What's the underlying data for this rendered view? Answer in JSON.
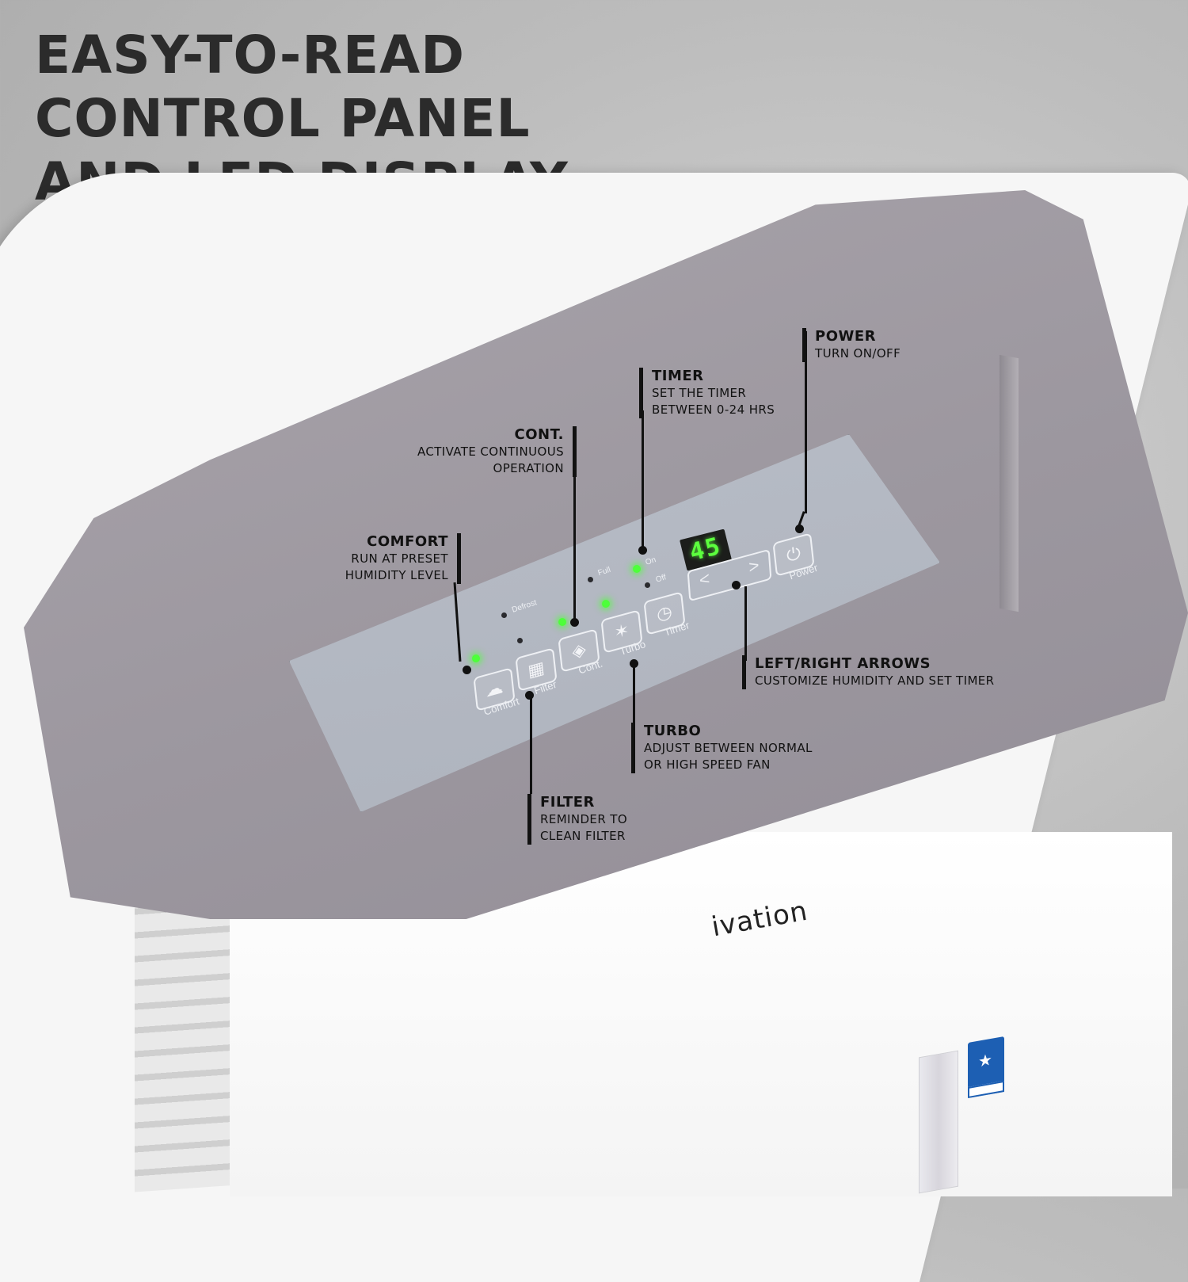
{
  "headline": {
    "line1": "EASY-TO-READ",
    "line2": "CONTROL PANEL",
    "line3": "AND LED DISPLAY"
  },
  "brand": "ivation",
  "display_value": "45",
  "panel": {
    "buttons": {
      "comfort": "Comfort",
      "filter": "Filter",
      "cont": "Cont.",
      "turbo": "Turbo",
      "timer": "Timer",
      "power": "Power"
    },
    "indicators": {
      "defrost": "Defrost",
      "full": "Full",
      "on": "On",
      "off": "Off"
    },
    "arrows": {
      "left": "<",
      "right": ">"
    }
  },
  "callouts": {
    "power": {
      "title": "POWER",
      "desc": "TURN ON/OFF"
    },
    "timer": {
      "title": "TIMER",
      "desc1": "SET THE TIMER",
      "desc2": "BETWEEN 0-24 HRS"
    },
    "cont": {
      "title": "CONT.",
      "desc1": "ACTIVATE CONTINUOUS",
      "desc2": "OPERATION"
    },
    "comfort": {
      "title": "COMFORT",
      "desc1": "RUN AT PRESET",
      "desc2": "HUMIDITY LEVEL"
    },
    "arrows": {
      "title": "LEFT/RIGHT ARROWS",
      "desc": "CUSTOMIZE HUMIDITY AND SET TIMER"
    },
    "turbo": {
      "title": "TURBO",
      "desc1": "ADJUST BETWEEN NORMAL",
      "desc2": "OR HIGH SPEED FAN"
    },
    "filter": {
      "title": "FILTER",
      "desc1": "REMINDER TO",
      "desc2": "CLEAN FILTER"
    }
  },
  "colors": {
    "led_green": "#4dff3a",
    "panel_gray": "#9c979f",
    "glass": "#b3b8c2",
    "energy_star_blue": "#1d5fb3"
  }
}
